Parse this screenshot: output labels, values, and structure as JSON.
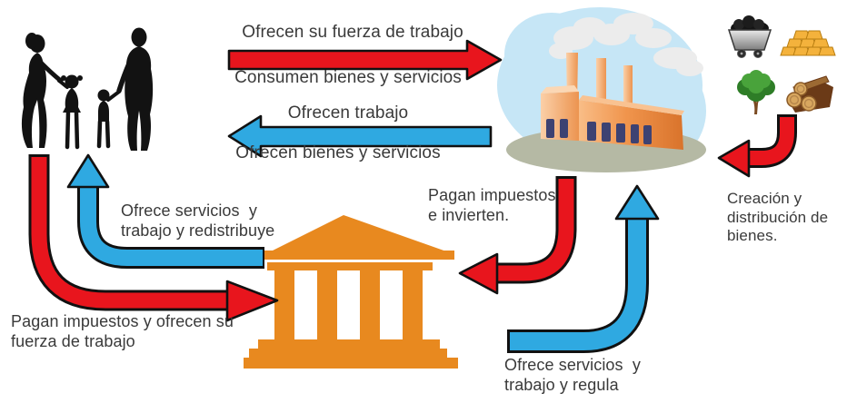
{
  "colors": {
    "red": "#e8151d",
    "blue": "#2fa9e1",
    "orange": "#e8891f",
    "text": "#3a3a3a",
    "outline": "#111111",
    "background": "#ffffff",
    "factory_sky": "#c6e6f6",
    "ground": "#b5b9a4",
    "window": "#3d4272"
  },
  "flows": [
    {
      "id": "families-offer-labor",
      "color": "red",
      "direction": "right",
      "label_above": "Ofrecen su fuerza de trabajo",
      "label_below": "Consumen bienes y servicios"
    },
    {
      "id": "companies-offer-jobs",
      "color": "blue",
      "direction": "left",
      "label_above": "Ofrecen trabajo",
      "label_below": "Ofrecen bienes y servicios"
    },
    {
      "id": "government-to-families",
      "color": "blue",
      "label": "Ofrece servicios  y\ntrabajo y redistribuye"
    },
    {
      "id": "families-to-government",
      "color": "red",
      "label": "Pagan impuestos y ofrecen su\nfuerza de trabajo"
    },
    {
      "id": "companies-to-government",
      "color": "red",
      "label": "Pagan impuestos\ne invierten."
    },
    {
      "id": "government-to-companies",
      "color": "blue",
      "label": "Ofrece servicios  y\ntrabajo y regula"
    },
    {
      "id": "resources-to-companies",
      "color": "red",
      "label": "Creación y\ndistribución de\nbienes."
    }
  ],
  "nodes": {
    "families": {
      "icon": "family-silhouette-icon"
    },
    "companies": {
      "icon": "factory-icon"
    },
    "government": {
      "icon": "government-temple-icon"
    },
    "resources": {
      "icons": [
        "coal-cart-icon",
        "gold-bars-icon",
        "tree-icon",
        "logs-icon"
      ]
    }
  }
}
